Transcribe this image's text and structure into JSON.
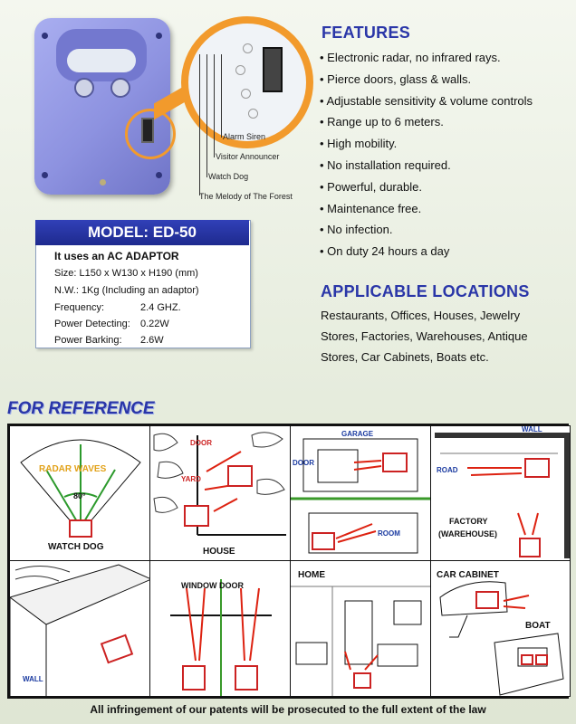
{
  "product": {
    "switch_labels": [
      "Alarm Siren",
      "Visitor Announcer",
      "Watch Dog",
      "The Melody of The  Forest"
    ]
  },
  "features": {
    "heading": "FEATURES",
    "items": [
      "Electronic radar, no infrared rays.",
      "Pierce doors, glass & walls.",
      "Adjustable sensitivity & volume controls",
      "Range up to 6 meters.",
      "High mobility.",
      "No installation required.",
      "Powerful, durable.",
      "Maintenance free.",
      "No infection.",
      "On duty 24 hours a day"
    ]
  },
  "locations": {
    "heading": "APPLICABLE LOCATIONS",
    "lines": [
      "Restaurants, Offices, Houses, Jewelry",
      "Stores, Factories, Warehouses, Antique",
      "Stores, Car Cabinets, Boats etc."
    ]
  },
  "model": {
    "title": "MODEL: ED-50",
    "subtitle": "It uses an AC ADAPTOR",
    "size": "Size:  L150 x W130 x H190 (mm)",
    "nw": "N.W.: 1Kg (Including an adaptor)",
    "specs": [
      {
        "label": "Frequency:",
        "value": "2.4 GHZ."
      },
      {
        "label": "Power Detecting:",
        "value": "0.22W"
      },
      {
        "label": "Power Barking:",
        "value": "2.6W"
      }
    ]
  },
  "reference": {
    "heading": "FOR REFERENCE",
    "panels": {
      "watchdog": {
        "title": "WATCH DOG",
        "radar": "RADAR WAVES",
        "angle": "80°"
      },
      "house": {
        "title": "HOUSE",
        "door": "DOOR",
        "yard": "YARD"
      },
      "garage": {
        "garage": "GARAGE",
        "door": "DOOR",
        "room": "ROOM"
      },
      "factory": {
        "wall": "WALL",
        "road": "ROAD",
        "title1": "FACTORY",
        "title2": "(WAREHOUSE)"
      },
      "wall": {
        "wall": "WALL"
      },
      "window": {
        "title": "WINDOW DOOR"
      },
      "home": {
        "title": "HOME"
      },
      "car": {
        "title": "CAR CABINET",
        "boat": "BOAT"
      }
    }
  },
  "footer": "All infringement of our patents will be prosecuted to the full extent of the law"
}
